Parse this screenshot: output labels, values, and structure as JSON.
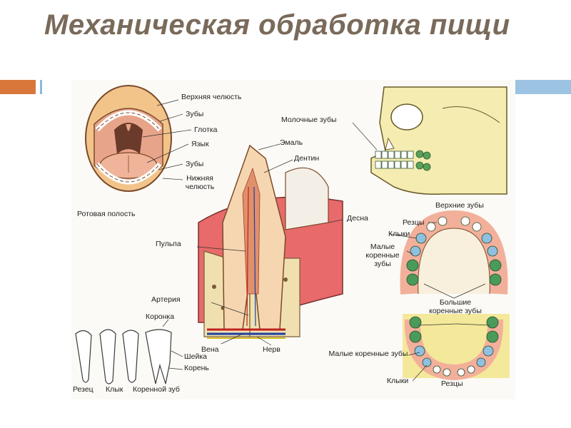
{
  "slide": {
    "title": "Механическая обработка пищи",
    "accent_color": "#d9773a",
    "bar_color": "#9cc3e2"
  },
  "diagram": {
    "labels": {
      "upper_jaw": "Верхняя челюсть",
      "teeth_top": "Зубы",
      "pharynx": "Глотка",
      "tongue": "Язык",
      "teeth_bottom": "Зубы",
      "lower_jaw": "Нижняя челюсть",
      "oral_cavity": "Ротовая полость",
      "enamel": "Эмаль",
      "dentin": "Дентин",
      "milk_teeth": "Молочные зубы",
      "upper_teeth": "Верхние зубы",
      "gum": "Десна",
      "incisors_up": "Резцы",
      "canines_up": "Клыки",
      "small_molars_up": "Малые коренные зубы",
      "pulp": "Пульпа",
      "artery": "Артерия",
      "crown": "Коронка",
      "vein": "Вена",
      "nerve": "Нерв",
      "neck": "Шейка",
      "root": "Корень",
      "large_molars": "Большие коренные зубы",
      "small_molars_low": "Малые коренные зубы",
      "canines_low": "Клыки",
      "incisors_low": "Резцы",
      "tooth_incisor": "Резец",
      "tooth_canine": "Клык",
      "tooth_molar": "Коренной зуб"
    }
  }
}
